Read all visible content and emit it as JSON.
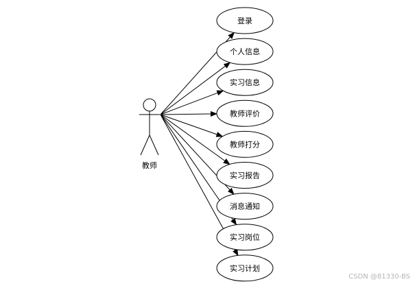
{
  "actor": {
    "label": "教师"
  },
  "use_cases": [
    {
      "label": "登录"
    },
    {
      "label": "个人信息"
    },
    {
      "label": "实习信息"
    },
    {
      "label": "教师评价"
    },
    {
      "label": "教师打分"
    },
    {
      "label": "实习报告"
    },
    {
      "label": "消息通知"
    },
    {
      "label": "实习岗位"
    },
    {
      "label": "实习计划"
    }
  ],
  "watermark": "CSDN @81330-BS",
  "colors": {
    "stroke": "#000000",
    "background": "#ffffff",
    "watermark": "#b5b5b5"
  }
}
